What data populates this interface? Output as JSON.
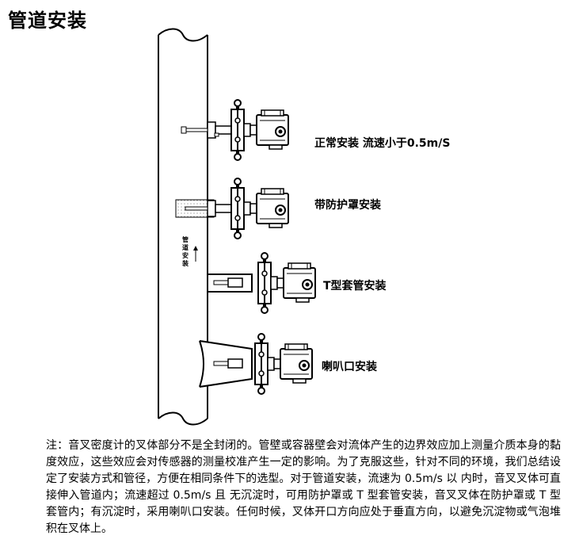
{
  "title": "管道安装",
  "labels": {
    "normal": "正常安装 流速小于0.5m/S",
    "shield": "带防护罩安装",
    "tpipe": "T型套管安装",
    "horn": "喇叭口安装",
    "pipe_vertical": "管道安装"
  },
  "note": "注：音叉密度计的叉体部分不是全封闭的。管壁或容器壁会对流体产生的边界效应加上测量介质本身的黏度效应，这些效应会对传感器的测量校准产生一定的影响。为了克服这些，针对不同的环境，我们总结设定了安装方式和管径，方便在相同条件下的选型。对于管道安装，流速为 0.5m/s 以 内时，音叉叉体可直接伸入管道内；流速超过 0.5m/s 且 无沉淀时，可用防护罩或 T 型套管安装，音叉叉体在防护罩或 T 型套管内；有沉淀时，采用喇叭口安装。任何时候，叉体开口方向应处于垂直方向，以避免沉淀物或气泡堆积在叉体上。"
}
